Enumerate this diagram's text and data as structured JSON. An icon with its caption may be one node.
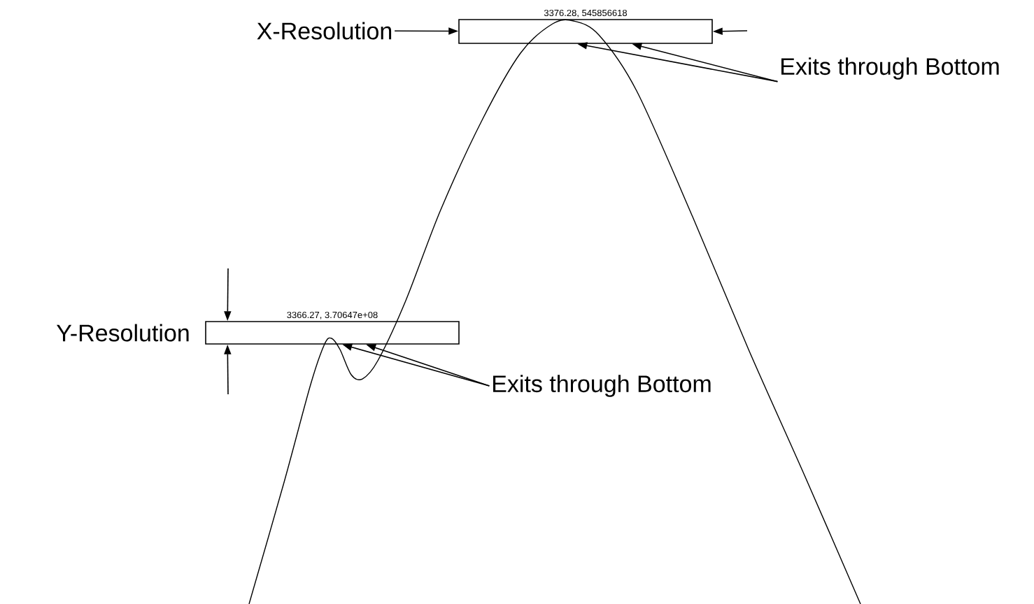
{
  "diagram": {
    "nodes": [
      {
        "text": [
          "X-Resolution"
        ]
      },
      {
        "text": [
          "3376.28, 545856618"
        ]
      },
      {
        "text": [
          "Exits through Bottom"
        ]
      },
      {
        "text": [
          "3366.27, 3.70647e+08"
        ],
        "beside": [
          "Y-Resolution"
        ]
      },
      {
        "text": [
          "Exits through Bottom"
        ]
      }
    ],
    "edges": [
      {
        "from": 0,
        "to": 1,
        "arrow": "to"
      },
      {
        "from": null,
        "to": 1,
        "arrow": "to"
      },
      {
        "from": 2,
        "to": 1,
        "arrow": "to"
      },
      {
        "from": 2,
        "to": 1,
        "arrow": "to"
      },
      {
        "from": null,
        "to": 3,
        "arrow": "to"
      },
      {
        "from": null,
        "to": 3,
        "arrow": "to"
      },
      {
        "from": 4,
        "to": 3,
        "arrow": "to"
      },
      {
        "from": 4,
        "to": 3,
        "arrow": "to"
      }
    ]
  }
}
